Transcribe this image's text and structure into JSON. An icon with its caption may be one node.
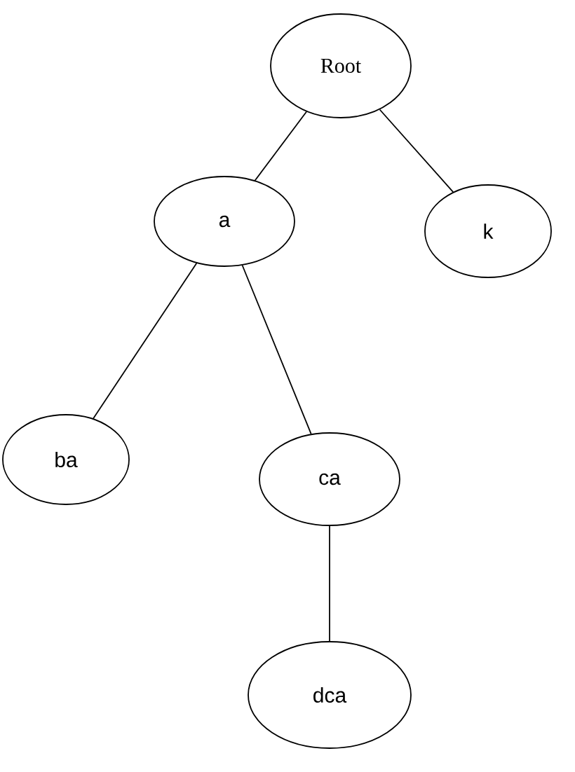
{
  "diagram": {
    "nodes": [
      {
        "text": [
          "Root"
        ]
      },
      {
        "text": [
          "a"
        ]
      },
      {
        "text": [
          "k"
        ]
      },
      {
        "text": [
          "ba"
        ]
      },
      {
        "text": [
          "ca"
        ]
      },
      {
        "text": [
          "dca"
        ]
      }
    ],
    "edges": [
      {
        "from": 0,
        "to": 1,
        "arrow": "none"
      },
      {
        "from": 0,
        "to": 2,
        "arrow": "none"
      },
      {
        "from": 1,
        "to": 3,
        "arrow": "none"
      },
      {
        "from": 1,
        "to": 4,
        "arrow": "none"
      },
      {
        "from": 4,
        "to": 5,
        "arrow": "none"
      }
    ]
  }
}
